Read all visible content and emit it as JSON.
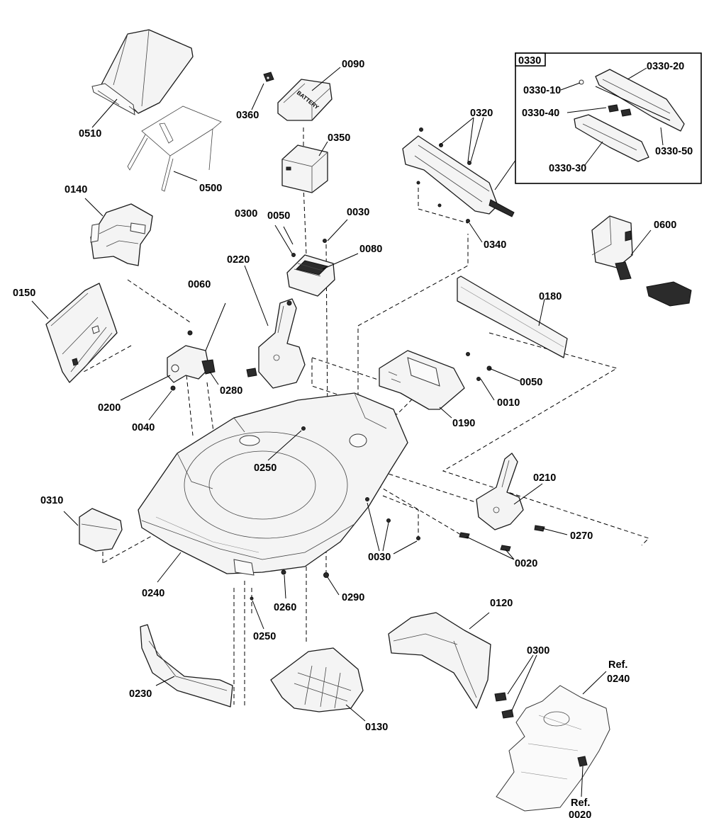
{
  "diagram": {
    "callouts": {
      "p0510": "0510",
      "p0500": "0500",
      "p0140": "0140",
      "p0150": "0150",
      "p0060": "0060",
      "p0200": "0200",
      "p0040": "0040",
      "p0280": "0280",
      "p0220": "0220",
      "p0360": "0360",
      "p0090": "0090",
      "p0350": "0350",
      "p0300_top": "0300",
      "p0050_top": "0050",
      "p0030_top": "0030",
      "p0080": "0080",
      "p0320": "0320",
      "p0340": "0340",
      "p0600": "0600",
      "p0180": "0180",
      "p0050_right": "0050",
      "p0010": "0010",
      "p0190": "0190",
      "p0250_deck": "0250",
      "p0210": "0210",
      "p0270": "0270",
      "p0310": "0310",
      "p0030_bottom": "0030",
      "p0020": "0020",
      "p0240": "0240",
      "p0260": "0260",
      "p0290": "0290",
      "p0250_bottom": "0250",
      "p0120": "0120",
      "p0300_bottom": "0300",
      "p0230": "0230",
      "p0130": "0130",
      "ref_0240_line1": "Ref.",
      "ref_0240_line2": "0240",
      "ref_0020_line1": "Ref.",
      "ref_0020_line2": "0020"
    },
    "inset": {
      "title": "0330",
      "p10": "0330-10",
      "p20": "0330-20",
      "p30": "0330-30",
      "p40": "0330-40",
      "p50": "0330-50"
    },
    "battery_decal": "BATTERY"
  }
}
